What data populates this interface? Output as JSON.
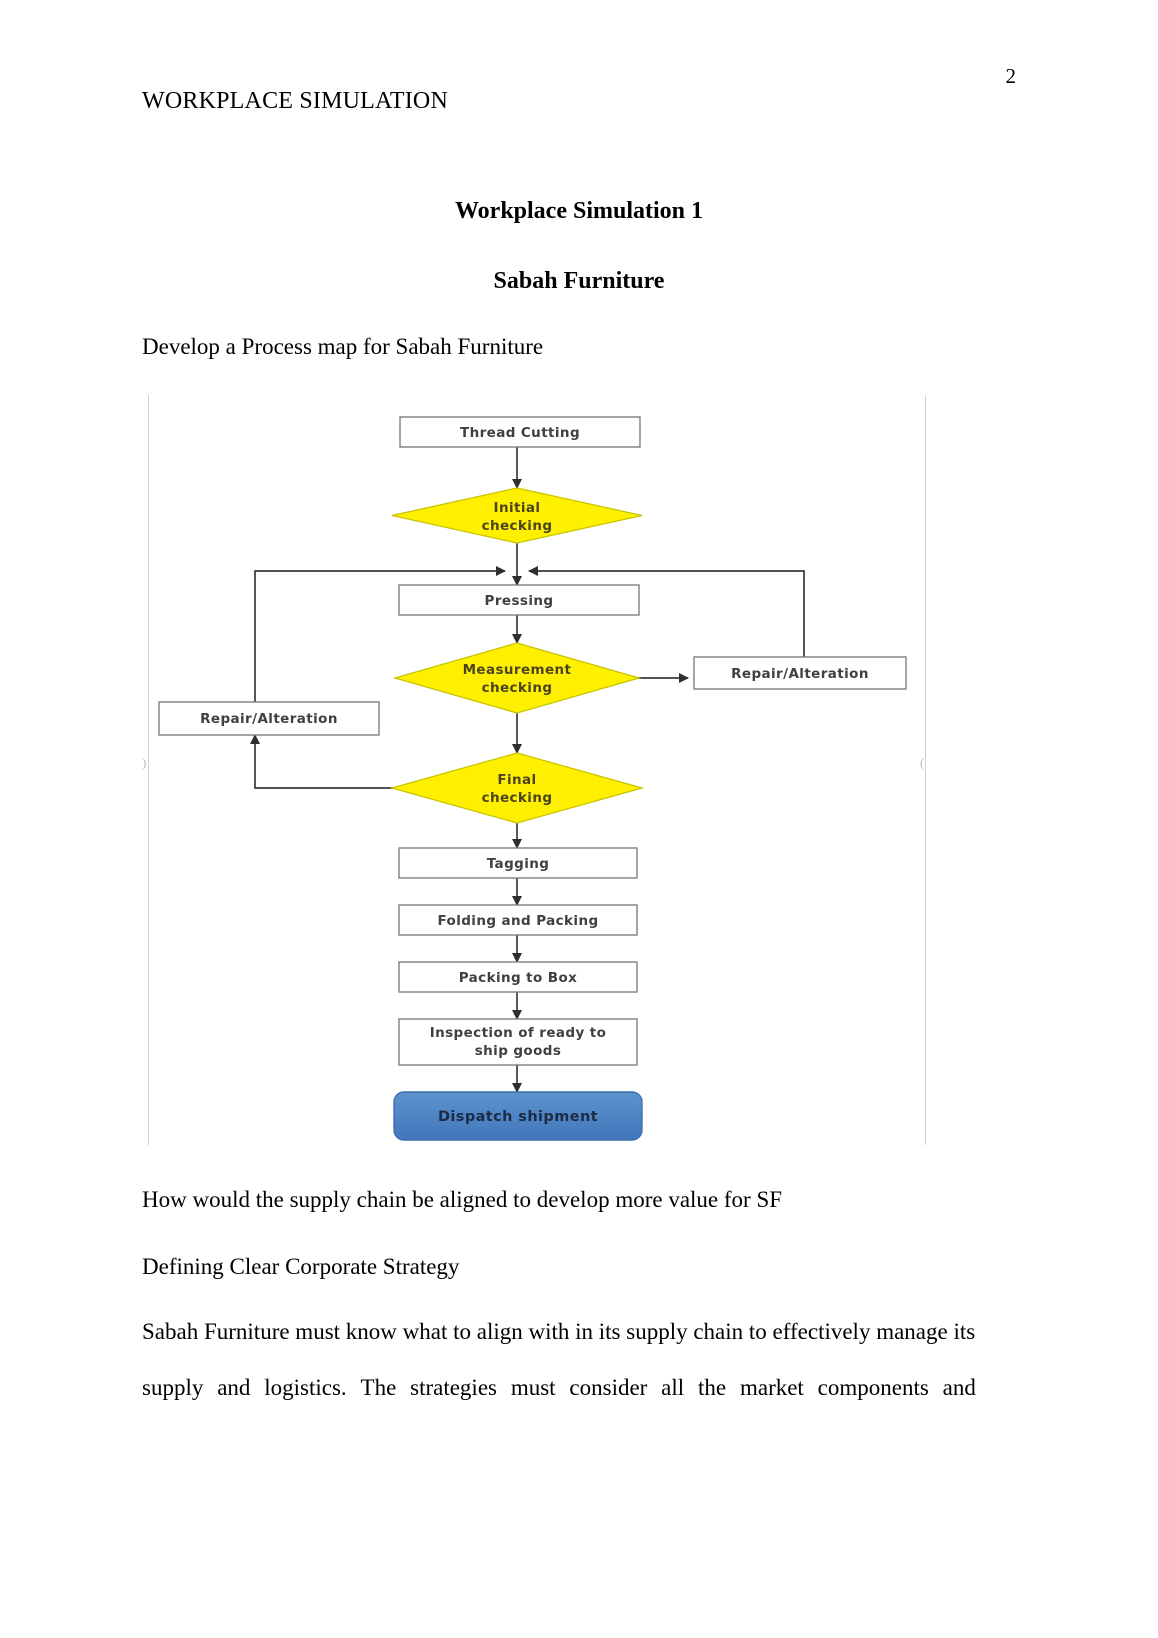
{
  "header": {
    "running_head": "WORKPLACE SIMULATION",
    "page_number": "2"
  },
  "titles": {
    "main": "Workplace Simulation 1",
    "sub": "Sabah Furniture"
  },
  "prompt": "Develop a Process map for Sabah Furniture",
  "figure": {
    "left_margin_mark": ")",
    "right_margin_mark": "(",
    "colors": {
      "decision_fill": "#FFF000",
      "decision_stroke": "#C9C400",
      "process_fill": "#FFFFFF",
      "process_stroke": "#808080",
      "terminal_fill": "#4E84C4",
      "terminal_stroke": "#3E6FAE",
      "connector": "#3a3a3a"
    },
    "nodes": [
      {
        "id": "thread-cutting",
        "label": "Thread Cutting",
        "shape": "process"
      },
      {
        "id": "initial-checking",
        "label_line1": "Initial",
        "label_line2": "checking",
        "shape": "decision"
      },
      {
        "id": "pressing",
        "label": "Pressing",
        "shape": "process"
      },
      {
        "id": "measurement-checking",
        "label_line1": "Measurement",
        "label_line2": "checking",
        "shape": "decision"
      },
      {
        "id": "repair-alteration-right",
        "label": "Repair/Alteration",
        "shape": "process"
      },
      {
        "id": "repair-alteration-left",
        "label": "Repair/Alteration",
        "shape": "process"
      },
      {
        "id": "final-checking",
        "label_line1": "Final",
        "label_line2": "checking",
        "shape": "decision"
      },
      {
        "id": "tagging",
        "label": "Tagging",
        "shape": "process"
      },
      {
        "id": "folding-packing",
        "label": "Folding and Packing",
        "shape": "process"
      },
      {
        "id": "packing-to-box",
        "label": "Packing to Box",
        "shape": "process"
      },
      {
        "id": "inspection",
        "label_line1": "Inspection of ready to",
        "label_line2": "ship goods",
        "shape": "process"
      },
      {
        "id": "dispatch-shipment",
        "label": "Dispatch shipment",
        "shape": "terminal"
      }
    ]
  },
  "body": {
    "question": "How would the supply chain be aligned to develop more value for SF",
    "heading": "Defining Clear Corporate Strategy",
    "paragraph_line1": "Sabah Furniture must know what to align with in its supply chain to effectively manage its",
    "paragraph_line2_words": [
      "supply",
      "and",
      "logistics.",
      "The",
      "strategies",
      "must",
      "consider",
      "all",
      "the",
      "market",
      "components",
      "and"
    ]
  }
}
